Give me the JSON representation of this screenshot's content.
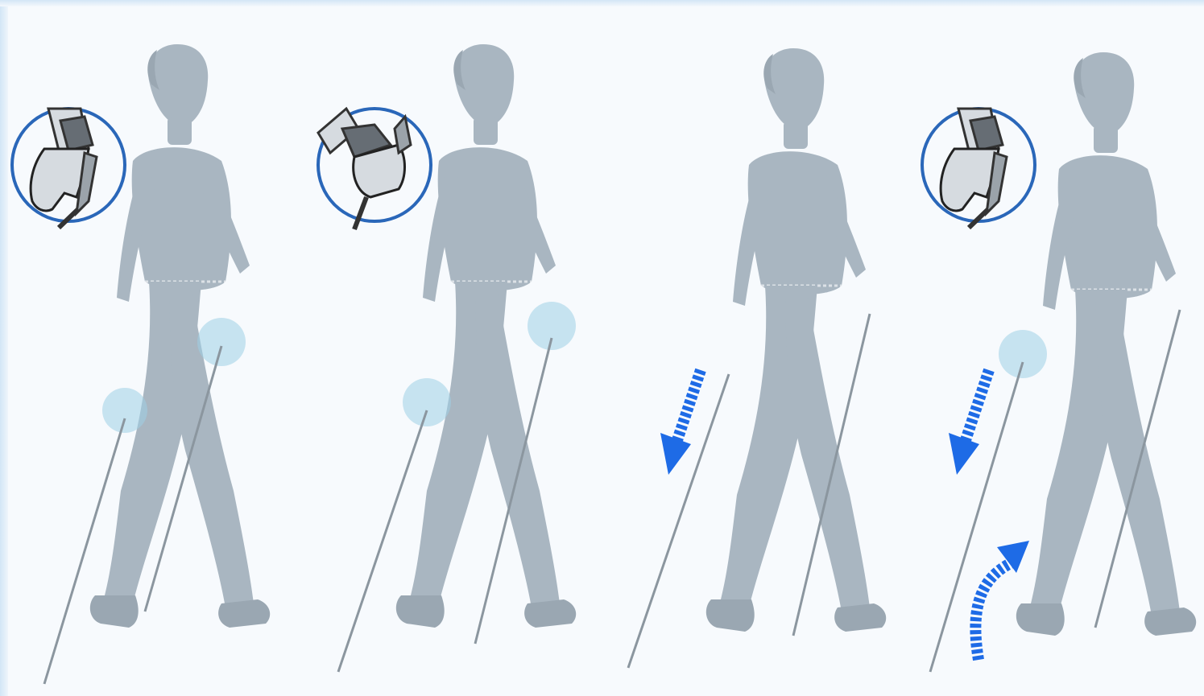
{
  "illustration": {
    "panels": [
      {
        "id": "panel-1",
        "inset": "open-hand-strap"
      },
      {
        "id": "panel-2",
        "inset": "closed-grip-strap"
      },
      {
        "id": "panel-3",
        "inset": ""
      },
      {
        "id": "panel-4",
        "inset": "open-hand-strap"
      }
    ],
    "colors": {
      "figure": "#a9b6c1",
      "pole": "#8b969f",
      "highlight": "#9fd0e6",
      "inset_ring": "#2a67b9",
      "arrow": "#1e6be6",
      "background": "#f7fafd"
    },
    "icons": [
      "hand-strap-icon",
      "grip-strap-icon",
      "down-arrow-icon",
      "curved-up-arrow-icon"
    ]
  }
}
